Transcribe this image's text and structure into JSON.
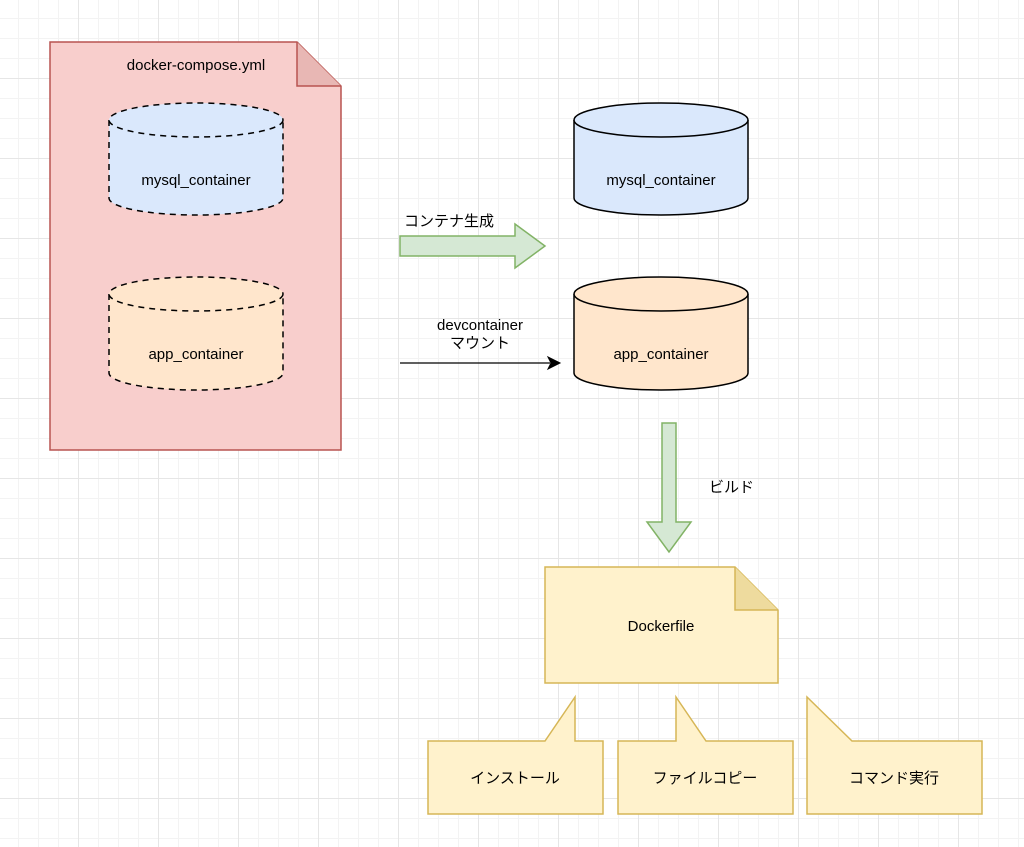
{
  "compose_file": {
    "label": "docker-compose.yml",
    "mysql_label": "mysql_container",
    "app_label": "app_container"
  },
  "containers": {
    "mysql_label": "mysql_container",
    "app_label": "app_container"
  },
  "arrows": {
    "create_label": "コンテナ生成",
    "mount_label_line1": "devcontainer",
    "mount_label_line2": "マウント",
    "build_label": "ビルド"
  },
  "dockerfile": {
    "label": "Dockerfile"
  },
  "callouts": [
    {
      "label": "インストール"
    },
    {
      "label": "ファイルコピー"
    },
    {
      "label": "コマンド実行"
    }
  ],
  "colors": {
    "compose_fill": "#f8cecc",
    "compose_stroke": "#b85450",
    "mysql_fill": "#dae8fc",
    "app_fill": "#ffe6cc",
    "arrow_fill": "#d5e8d4",
    "arrow_stroke": "#82b366",
    "dockerfile_fill": "#fff2cc",
    "dockerfile_stroke": "#d6b656"
  }
}
